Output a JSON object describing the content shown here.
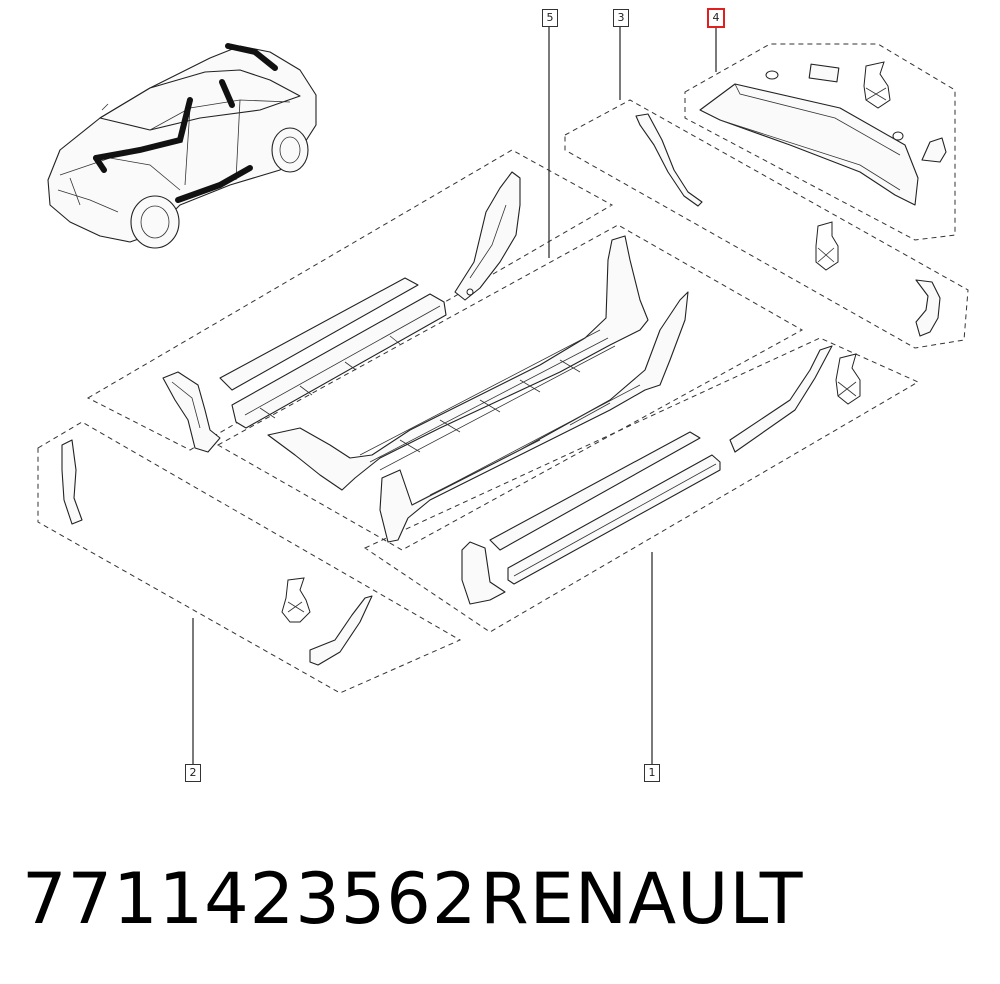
{
  "diagram": {
    "callouts": [
      {
        "id": "callout-1",
        "label": "1",
        "highlighted": false
      },
      {
        "id": "callout-2",
        "label": "2",
        "highlighted": false
      },
      {
        "id": "callout-3",
        "label": "3",
        "highlighted": false
      },
      {
        "id": "callout-4",
        "label": "4",
        "highlighted": true
      },
      {
        "id": "callout-5",
        "label": "5",
        "highlighted": false
      }
    ],
    "highlight_color": "#e02020"
  },
  "footer": {
    "part_number": "7711423562",
    "brand": "RENAULT"
  }
}
